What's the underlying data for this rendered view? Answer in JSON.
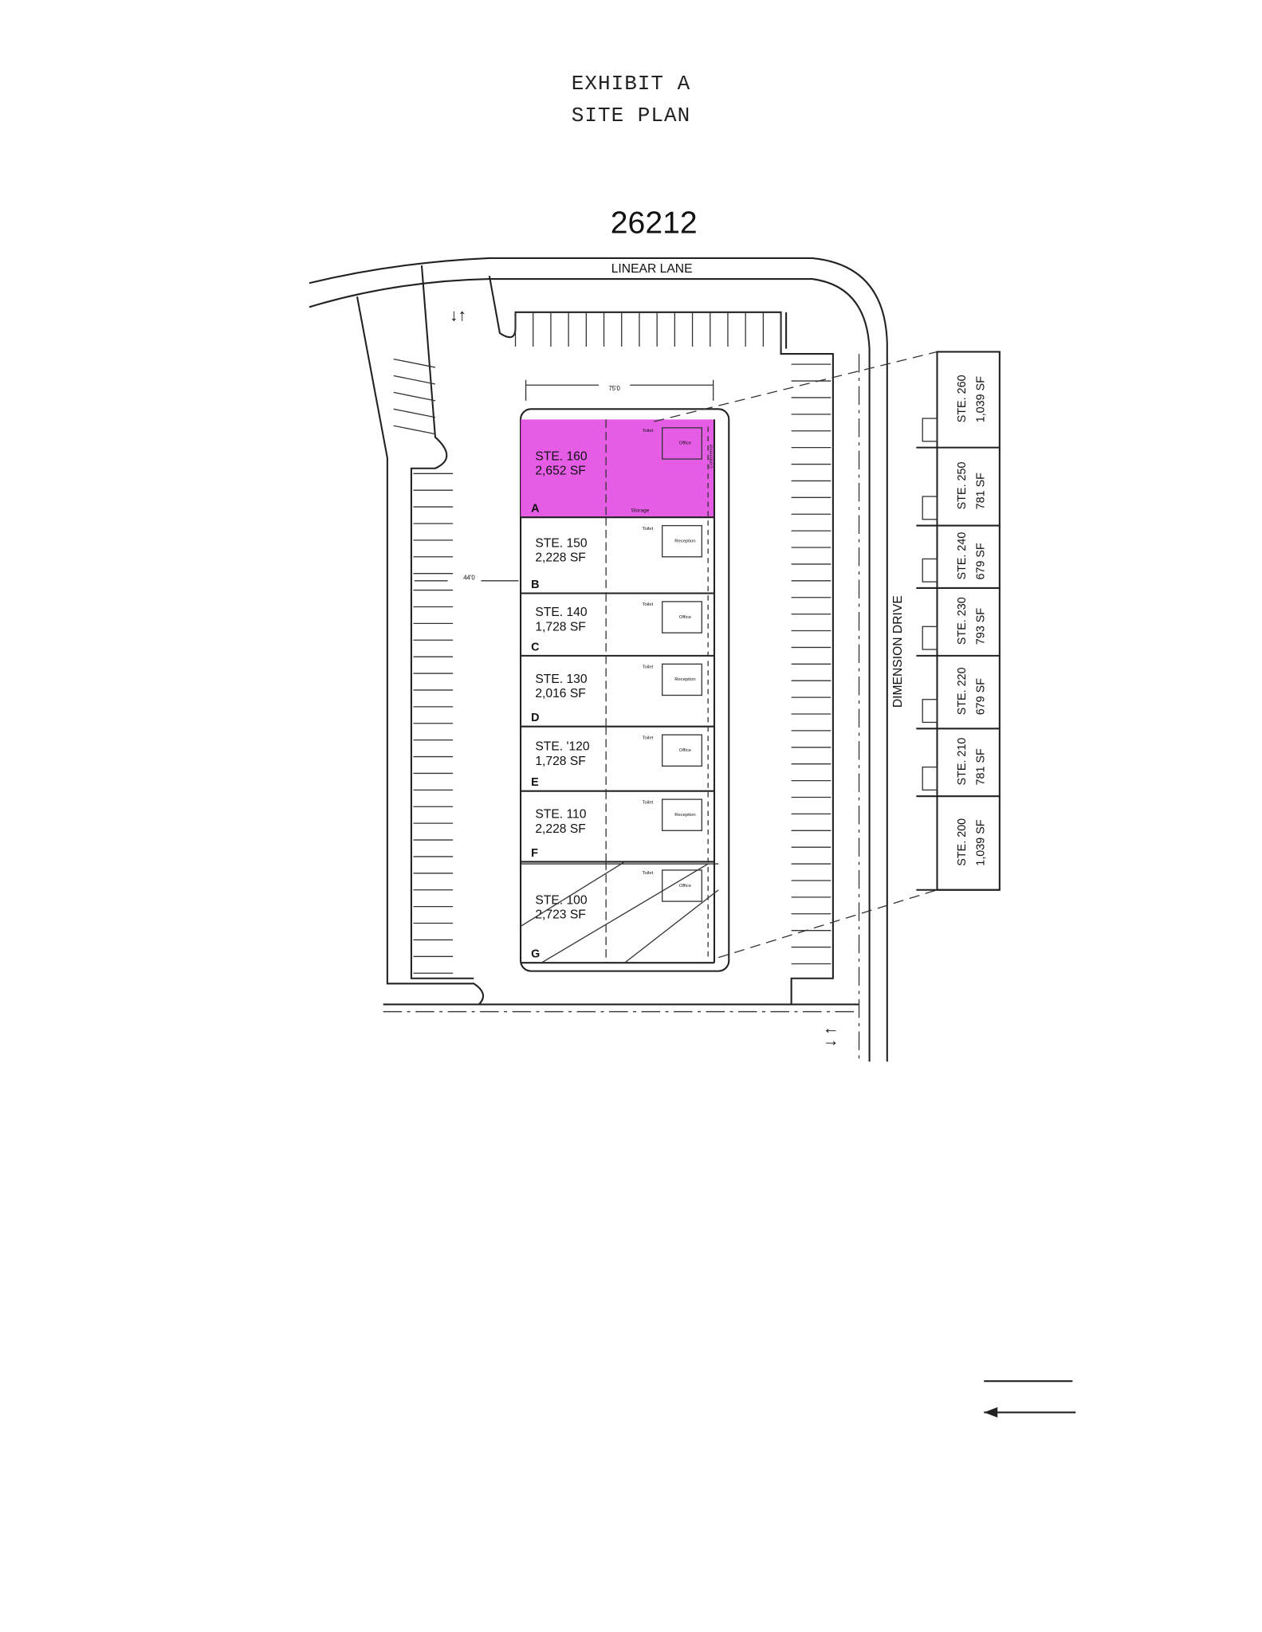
{
  "header": {
    "line1": "EXHIBIT A",
    "line2": "SITE PLAN"
  },
  "building_number": "26212",
  "streets": {
    "north": "LINEAR LANE",
    "east": "DIMENSION DRIVE"
  },
  "dimensions": {
    "width": "75'0",
    "drive": "44'0"
  },
  "highlight_color": "#e040e0",
  "main_building": [
    {
      "suite": "STE. 160",
      "area": "2,652 SF",
      "bay": "A",
      "highlighted": true
    },
    {
      "suite": "STE. 150",
      "area": "2,228 SF",
      "bay": "B",
      "highlighted": false
    },
    {
      "suite": "STE. 140",
      "area": "1,728 SF",
      "bay": "C",
      "highlighted": false
    },
    {
      "suite": "STE. 130",
      "area": "2,016 SF",
      "bay": "D",
      "highlighted": false
    },
    {
      "suite": "STE. '120",
      "area": "1,728 SF",
      "bay": "E",
      "highlighted": false
    },
    {
      "suite": "STE. 110",
      "area": "2,228 SF",
      "bay": "F",
      "highlighted": false
    },
    {
      "suite": "STE. 100",
      "area": "2,723 SF",
      "bay": "G",
      "highlighted": false
    }
  ],
  "second_floor": [
    {
      "suite": "STE. 260",
      "area": "1,039 SF"
    },
    {
      "suite": "STE. 250",
      "area": "781 SF"
    },
    {
      "suite": "STE. 240",
      "area": "679 SF"
    },
    {
      "suite": "STE. 230",
      "area": "793 SF"
    },
    {
      "suite": "STE. 220",
      "area": "679 SF"
    },
    {
      "suite": "STE. 210",
      "area": "781 SF"
    },
    {
      "suite": "STE. 200",
      "area": "1,039 SF"
    }
  ],
  "rooms": {
    "office": "Office",
    "conference": "Conference",
    "reception": "Reception",
    "toilet": "Toilet",
    "storage": "Storage"
  }
}
